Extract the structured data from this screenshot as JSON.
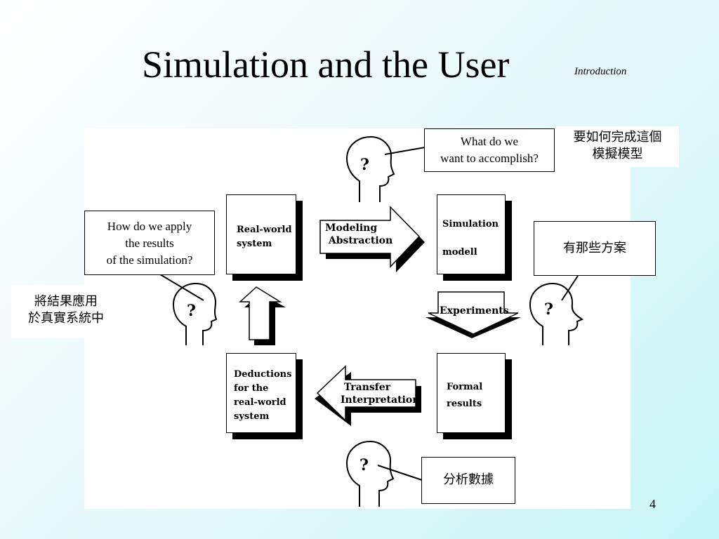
{
  "slide": {
    "title": "Simulation and the User",
    "subtitle": "Introduction",
    "page_number": "4"
  },
  "diagram": {
    "boxes": {
      "real_world": "Real-world\nsystem",
      "simulation": "Simulation\n\nmodell",
      "deductions": "Deductions\nfor the\nreal-world\nsystem",
      "formal_results": "Formal\nresults"
    },
    "arrows": {
      "modeling": "Modeling\n Abstraction",
      "experiments": "Experiments",
      "transfer": " Transfer\nInterpretation"
    },
    "callouts": {
      "accomplish": "What do we\nwant to accomplish?",
      "apply": "How do we apply\nthe results\nof the simulation?"
    },
    "head_mark": "?"
  },
  "notes": {
    "top_right": "要如何完成這個\n模擬模型",
    "right": "有那些方案",
    "left": "將結果應用\n於真實系統中",
    "bottom": "分析數據"
  }
}
